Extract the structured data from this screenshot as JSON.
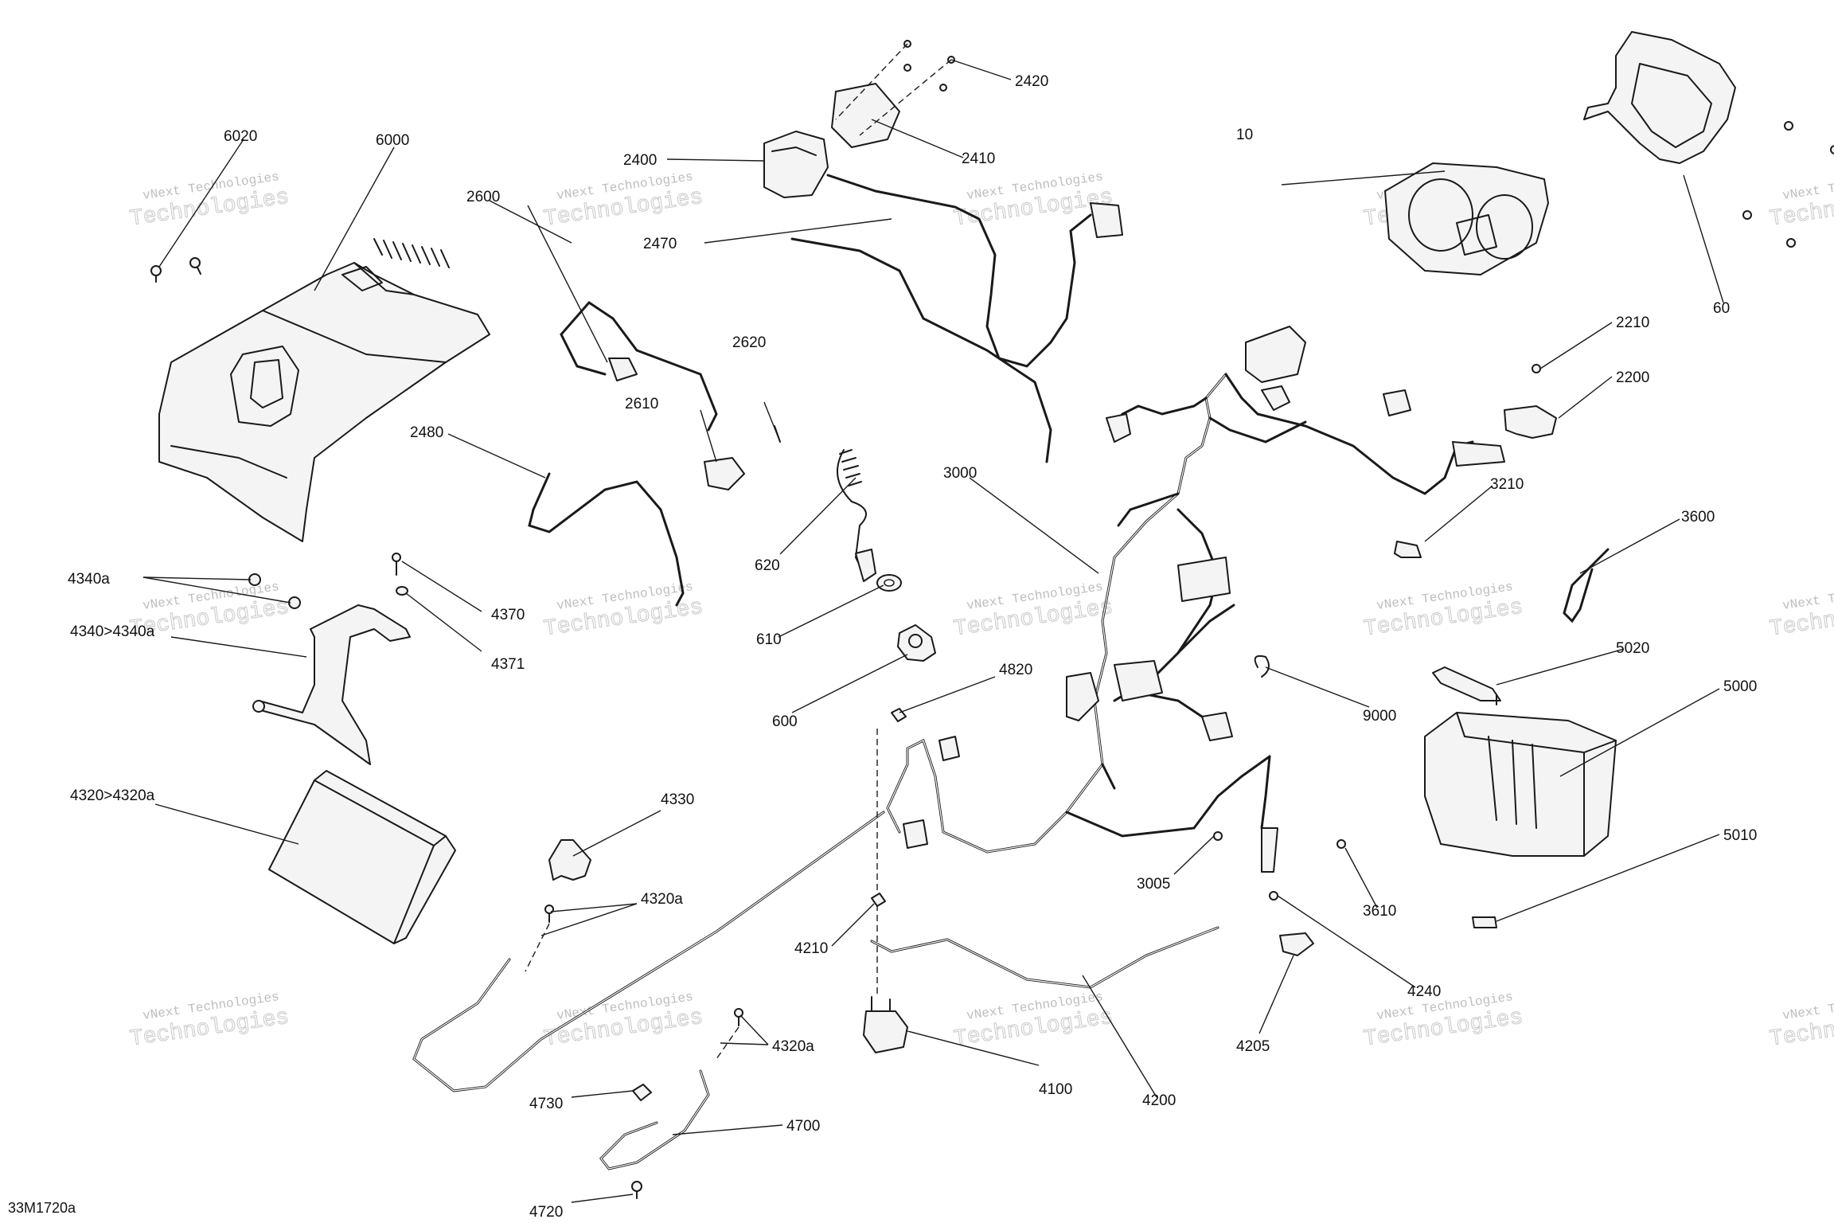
{
  "diagram": {
    "reference_code": "33M1720a",
    "watermark": {
      "line1": "vNext Technologies",
      "line2": "Technologies"
    },
    "callouts": [
      {
        "id": "c-10",
        "label": "10"
      },
      {
        "id": "c-60",
        "label": "60"
      },
      {
        "id": "c-600",
        "label": "600"
      },
      {
        "id": "c-610",
        "label": "610"
      },
      {
        "id": "c-620",
        "label": "620"
      },
      {
        "id": "c-2200",
        "label": "2200"
      },
      {
        "id": "c-2210",
        "label": "2210"
      },
      {
        "id": "c-2400",
        "label": "2400"
      },
      {
        "id": "c-2410",
        "label": "2410"
      },
      {
        "id": "c-2420",
        "label": "2420"
      },
      {
        "id": "c-2470",
        "label": "2470"
      },
      {
        "id": "c-2480",
        "label": "2480"
      },
      {
        "id": "c-2600",
        "label": "2600"
      },
      {
        "id": "c-2610",
        "label": "2610"
      },
      {
        "id": "c-2620",
        "label": "2620"
      },
      {
        "id": "c-3000",
        "label": "3000"
      },
      {
        "id": "c-3005",
        "label": "3005"
      },
      {
        "id": "c-3210",
        "label": "3210"
      },
      {
        "id": "c-3600",
        "label": "3600"
      },
      {
        "id": "c-3610",
        "label": "3610"
      },
      {
        "id": "c-4100",
        "label": "4100"
      },
      {
        "id": "c-4200",
        "label": "4200"
      },
      {
        "id": "c-4205",
        "label": "4205"
      },
      {
        "id": "c-4210",
        "label": "4210"
      },
      {
        "id": "c-4240",
        "label": "4240"
      },
      {
        "id": "c-4320-4320a",
        "label": "4320>4320a"
      },
      {
        "id": "c-4320a-1",
        "label": "4320a"
      },
      {
        "id": "c-4320a-2",
        "label": "4320a"
      },
      {
        "id": "c-4330",
        "label": "4330"
      },
      {
        "id": "c-4340-4340a",
        "label": "4340>4340a"
      },
      {
        "id": "c-4340a",
        "label": "4340a"
      },
      {
        "id": "c-4370",
        "label": "4370"
      },
      {
        "id": "c-4371",
        "label": "4371"
      },
      {
        "id": "c-4700",
        "label": "4700"
      },
      {
        "id": "c-4720",
        "label": "4720"
      },
      {
        "id": "c-4730",
        "label": "4730"
      },
      {
        "id": "c-4820",
        "label": "4820"
      },
      {
        "id": "c-5000",
        "label": "5000"
      },
      {
        "id": "c-5010",
        "label": "5010"
      },
      {
        "id": "c-5020",
        "label": "5020"
      },
      {
        "id": "c-6000",
        "label": "6000"
      },
      {
        "id": "c-6020",
        "label": "6020"
      },
      {
        "id": "c-9000",
        "label": "9000"
      }
    ]
  }
}
